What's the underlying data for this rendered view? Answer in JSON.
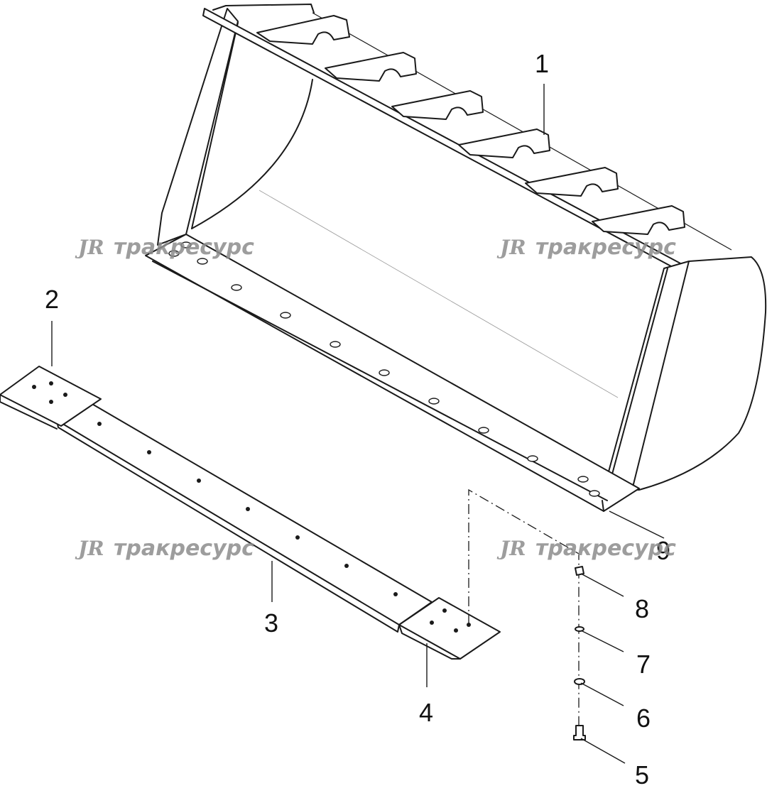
{
  "callouts": [
    {
      "label": "1"
    },
    {
      "label": "2"
    },
    {
      "label": "3"
    },
    {
      "label": "4"
    },
    {
      "label": "5"
    },
    {
      "label": "6"
    },
    {
      "label": "7"
    },
    {
      "label": "8"
    },
    {
      "label": "9"
    }
  ],
  "watermark": {
    "logo": "JR",
    "text": "тракресурс",
    "color": "#8c8c8c"
  }
}
